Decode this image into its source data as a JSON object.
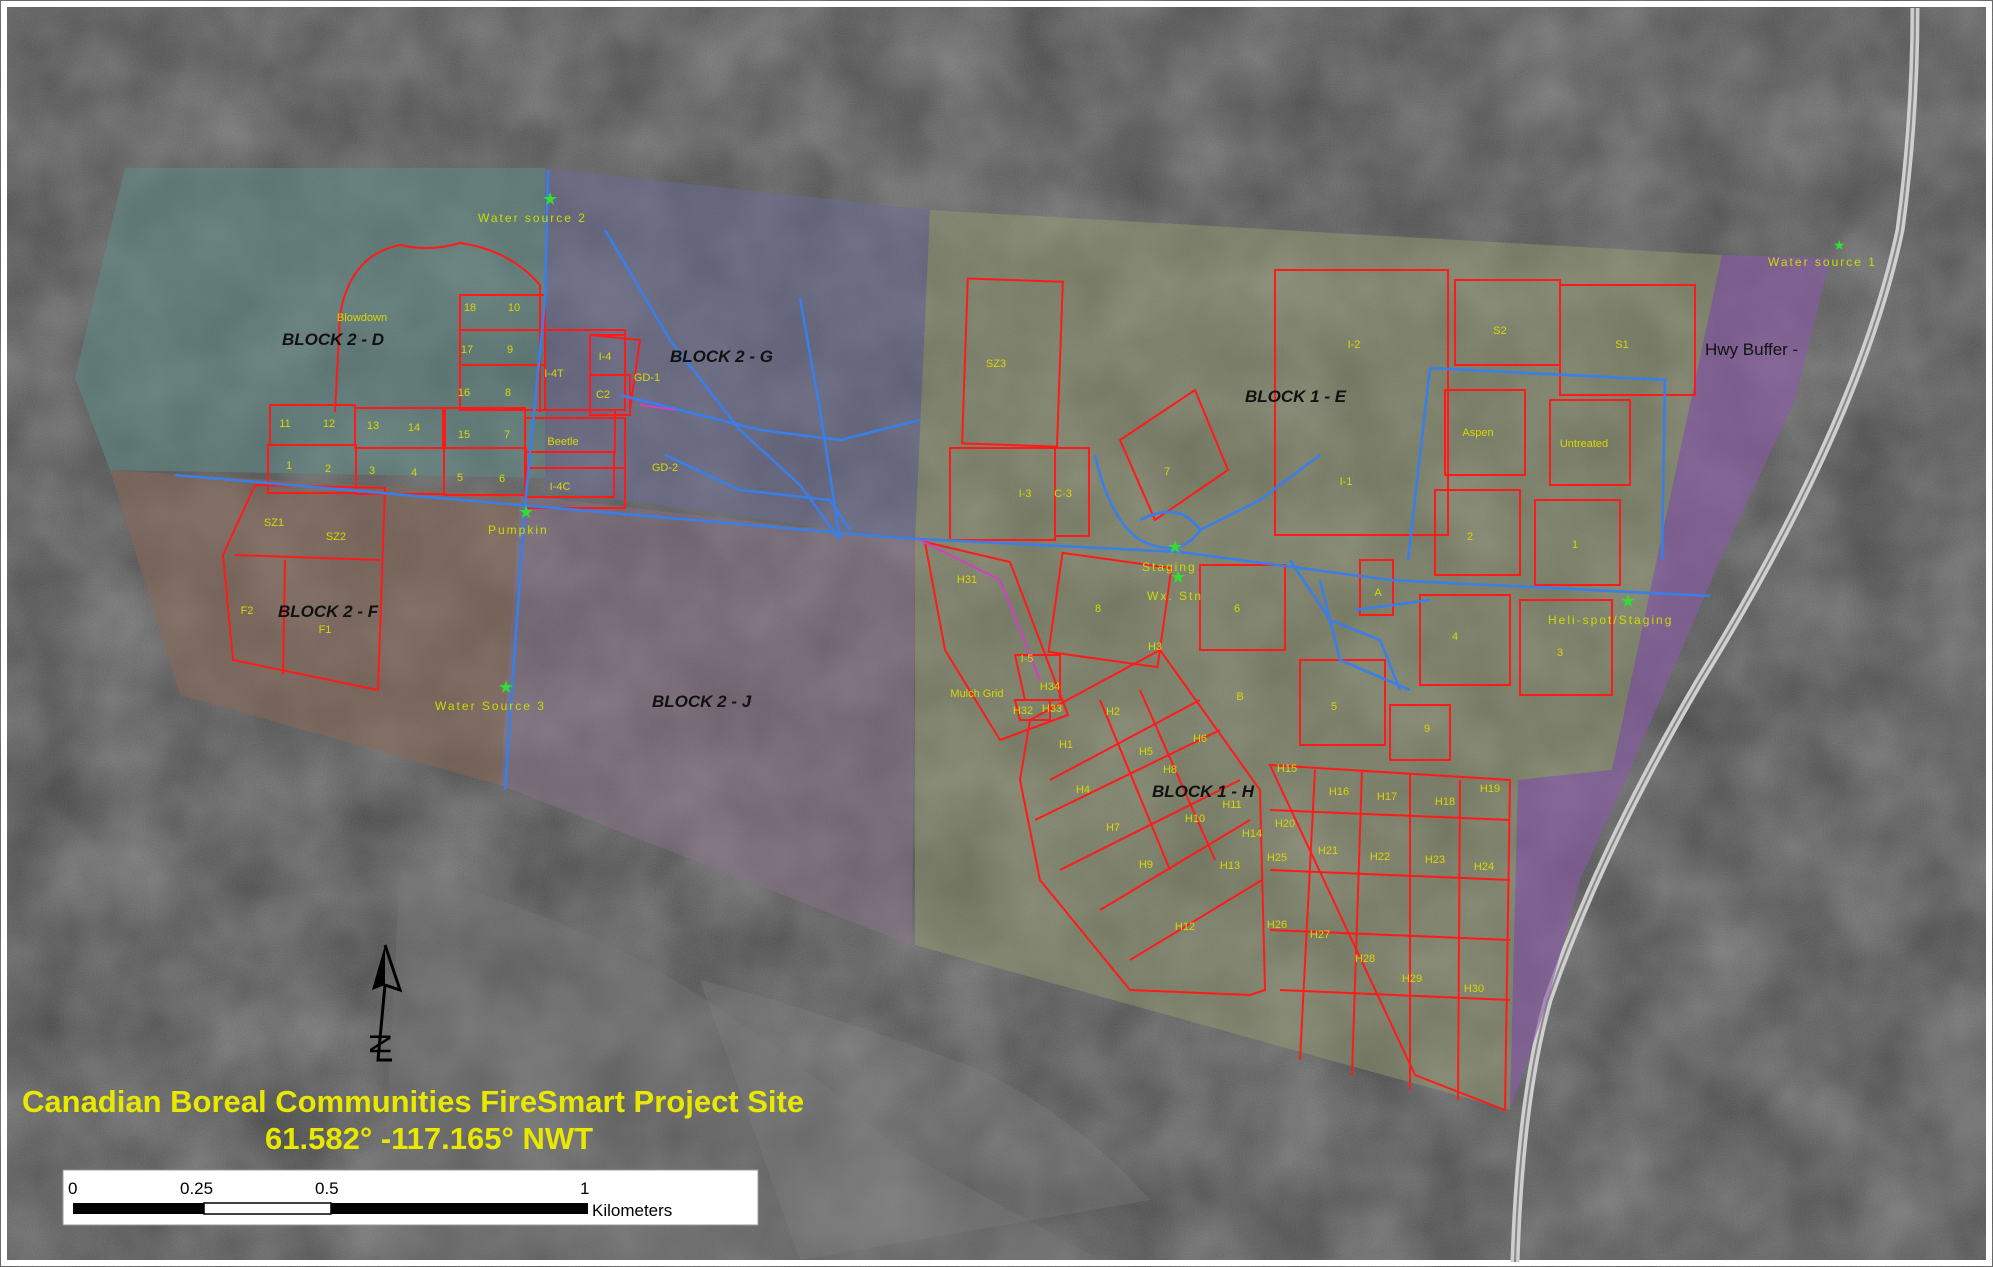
{
  "title": {
    "line1": "Canadian Boreal Communities FireSmart Project Site",
    "line2": "61.582°  -117.165°  NWT"
  },
  "north_arrow": {
    "label": "N"
  },
  "scale_bar": {
    "ticks": [
      "0",
      "0.25",
      "0.5",
      "1"
    ],
    "units": "Kilometers"
  },
  "blocks": [
    {
      "name": "BLOCK 2 - D",
      "fill": "#5f8a86"
    },
    {
      "name": "BLOCK 2 - G",
      "fill": "#6a6a98"
    },
    {
      "name": "BLOCK 1 - E",
      "fill": "#9aa070"
    },
    {
      "name": "BLOCK 2 - F",
      "fill": "#8a6a58"
    },
    {
      "name": "BLOCK 2 - J",
      "fill": "#8c708c"
    },
    {
      "name": "BLOCK 1 - H",
      "fill": "#9aa070"
    },
    {
      "name": "Hwy Buffer -",
      "fill": "#8a5aa8"
    }
  ],
  "sites": [
    {
      "name": "Water source 2",
      "icon": "green-star-icon"
    },
    {
      "name": "Water source 1",
      "icon": "green-star-icon"
    },
    {
      "name": "Pumpkin",
      "icon": "green-star-icon"
    },
    {
      "name": "Water Source 3",
      "icon": "green-star-icon"
    },
    {
      "name": "Staging",
      "icon": "green-star-icon"
    },
    {
      "name": "Wx. Stn",
      "icon": "green-star-icon"
    },
    {
      "name": "Heli-spot/Staging",
      "icon": "green-star-icon"
    }
  ],
  "stand_labels": [
    "Blowdown",
    "18",
    "10",
    "17",
    "9",
    "16",
    "8",
    "15",
    "7",
    "11",
    "12",
    "13",
    "14",
    "1",
    "2",
    "3",
    "4",
    "5",
    "6",
    "I-4T",
    "I-4",
    "GD-1",
    "C2",
    "Beetle",
    "I-4C",
    "GD-2",
    "SZ1",
    "SZ2",
    "F2",
    "F1",
    "SZ3",
    "I-2",
    "S2",
    "S1",
    "Aspen",
    "Untreated",
    "I-1",
    "I-3",
    "C-3",
    "7",
    "2",
    "1",
    "4",
    "3",
    "A",
    "6",
    "8",
    "H31",
    "I-5",
    "Mulch Grid",
    "H34",
    "H33",
    "H32",
    "H3",
    "H2",
    "H1",
    "H6",
    "H5",
    "H8",
    "H4",
    "H7",
    "H9",
    "H10",
    "H11",
    "H12",
    "H13",
    "H14",
    "B",
    "5",
    "9",
    "H15",
    "H16",
    "H17",
    "H18",
    "H19",
    "H20",
    "H21",
    "H22",
    "H23",
    "H24",
    "H25",
    "H26",
    "H27",
    "H28",
    "H29",
    "H30"
  ],
  "colors": {
    "stand_outline": "#ff1a1a",
    "trail": "#3a7ee8",
    "star": "#33dd33",
    "label_yellow": "#d8d800",
    "title_yellow": "#e8e800"
  }
}
